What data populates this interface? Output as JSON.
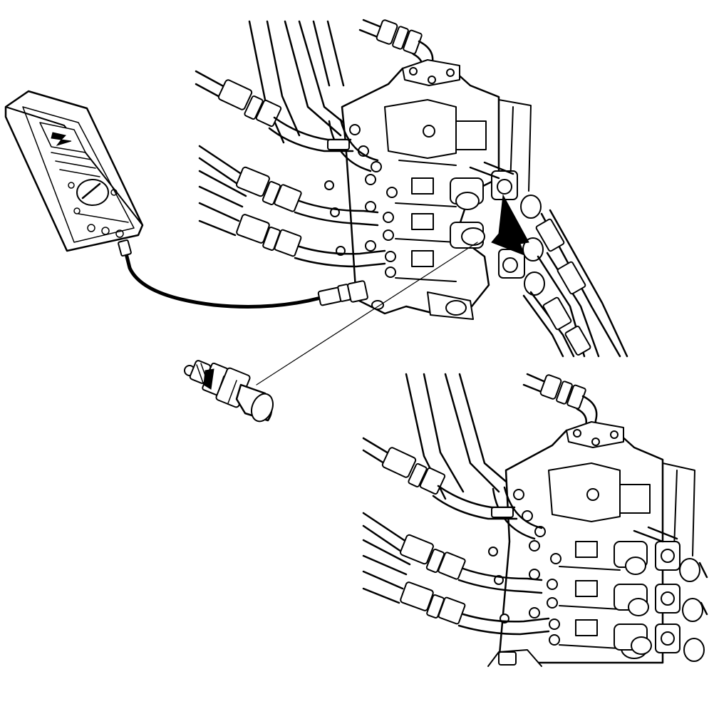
{
  "figure": {
    "type": "technical-line-illustration",
    "background": "#ffffff",
    "ink": "#000000",
    "components": [
      "digital-multimeter",
      "test-lead-cable",
      "pressure-sensor",
      "hydraulic-control-valve-block",
      "hydraulic-hoses",
      "direction-arrow"
    ]
  }
}
